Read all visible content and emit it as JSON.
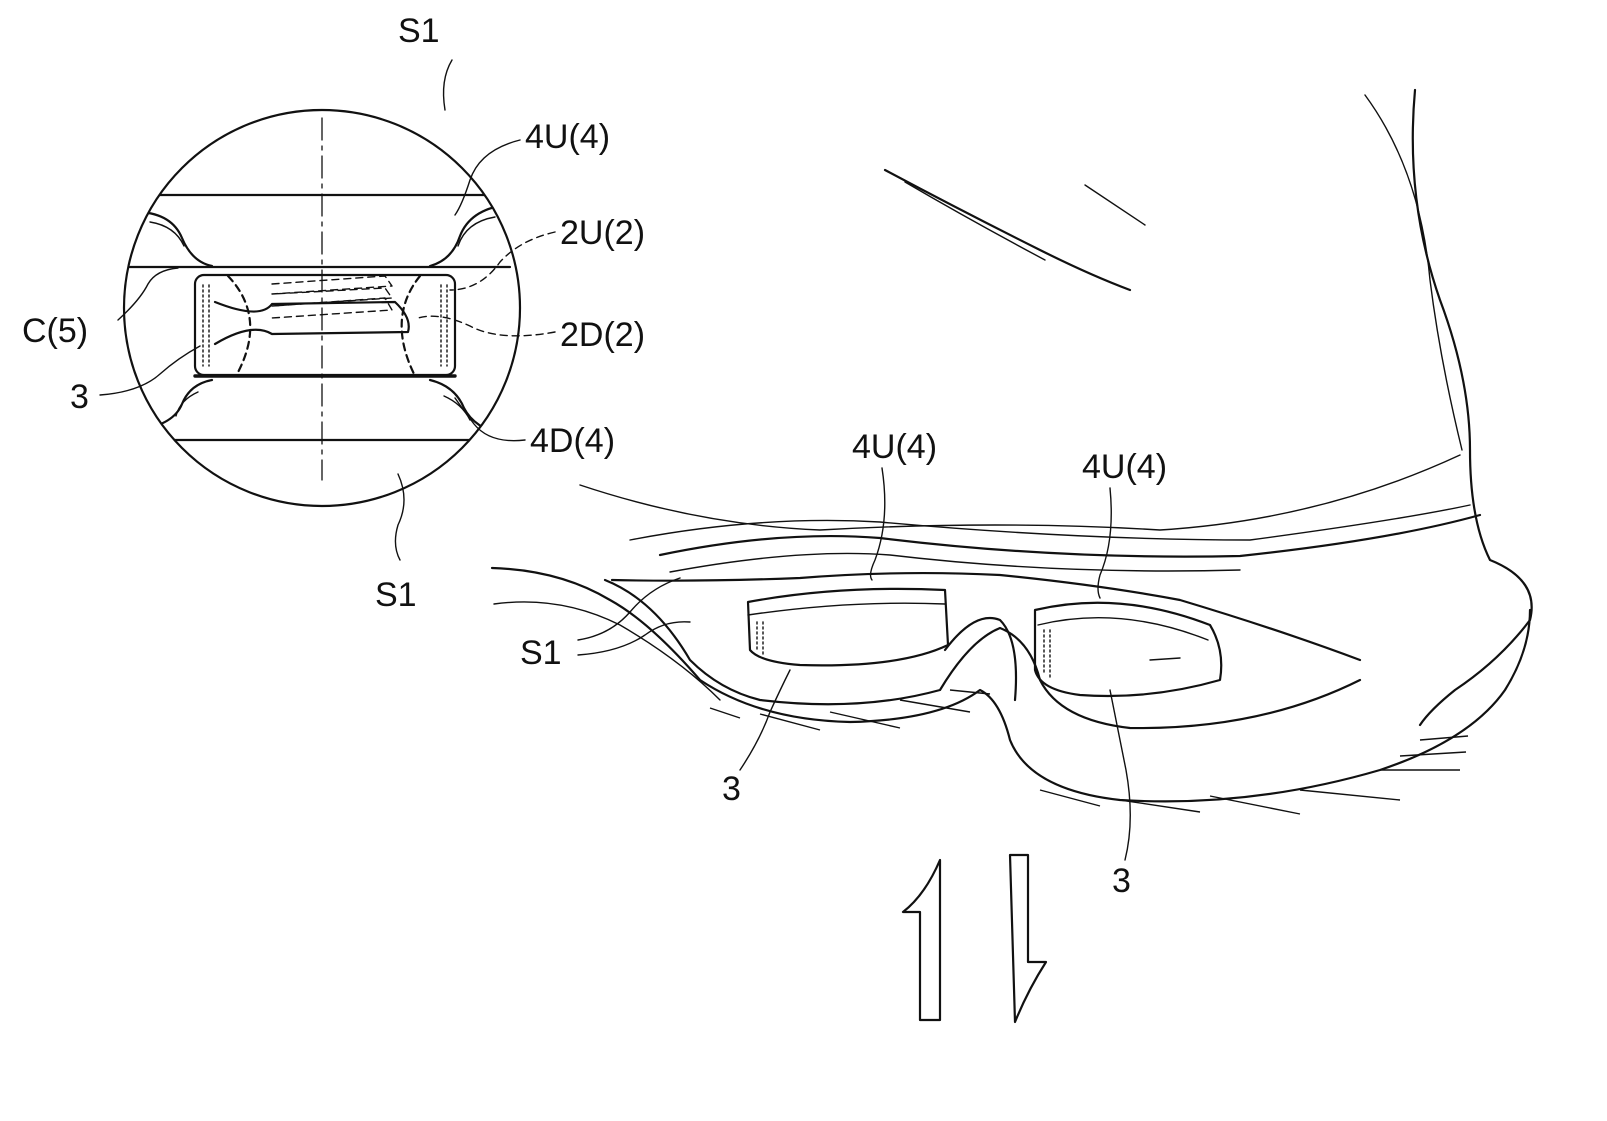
{
  "diagram": {
    "labels": {
      "s1_top": "S1",
      "s1_bottom": "S1",
      "s1_main": "S1",
      "u4_inset": "4U(4)",
      "u2": "2U(2)",
      "c5": "C(5)",
      "d2": "2D(2)",
      "n3_inset": "3",
      "d4": "4D(4)",
      "u4_left": "4U(4)",
      "u4_right": "4U(4)",
      "n3_left": "3",
      "n3_right": "3"
    },
    "colors": {
      "line": "#111111",
      "background": "#ffffff"
    }
  }
}
